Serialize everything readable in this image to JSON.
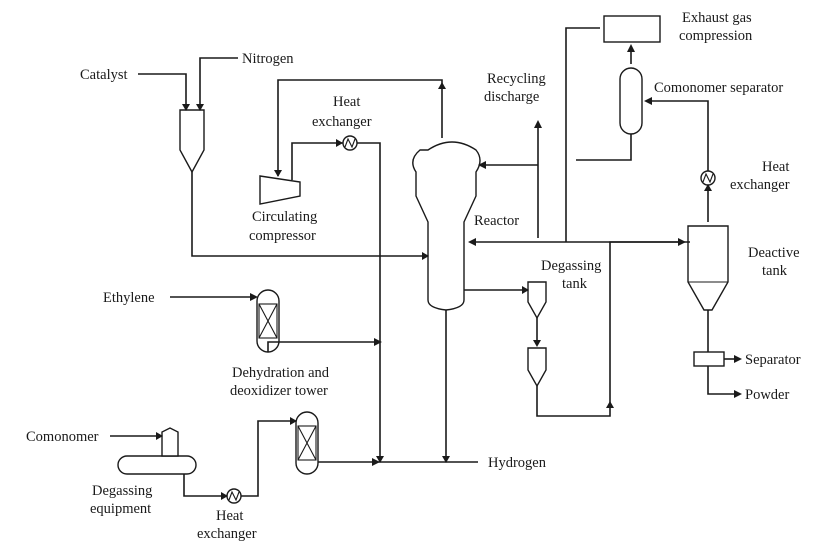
{
  "labels": {
    "catalyst": "Catalyst",
    "nitrogen": "Nitrogen",
    "heat_exchanger_top_1": "Heat",
    "heat_exchanger_top_2": "exchanger",
    "recycling_1": "Recycling",
    "recycling_2": "discharge",
    "exhaust_1": "Exhaust gas",
    "exhaust_2": "compression",
    "comonomer_separator": "Comonomer separator",
    "heat_exchanger_right_1": "Heat",
    "heat_exchanger_right_2": "exchanger",
    "circulating_1": "Circulating",
    "circulating_2": "compressor",
    "reactor": "Reactor",
    "degassing_tank_1": "Degassing",
    "degassing_tank_2": "tank",
    "deactive_1": "Deactive",
    "deactive_2": "tank",
    "ethylene": "Ethylene",
    "separator": "Separator",
    "powder": "Powder",
    "dehydration_1": "Dehydration and",
    "dehydration_2": "deoxidizer tower",
    "comonomer": "Comonomer",
    "hydrogen": "Hydrogen",
    "degassing_equipment_1": "Degassing",
    "degassing_equipment_2": "equipment",
    "heat_exchanger_bottom_1": "Heat",
    "heat_exchanger_bottom_2": "exchanger"
  }
}
